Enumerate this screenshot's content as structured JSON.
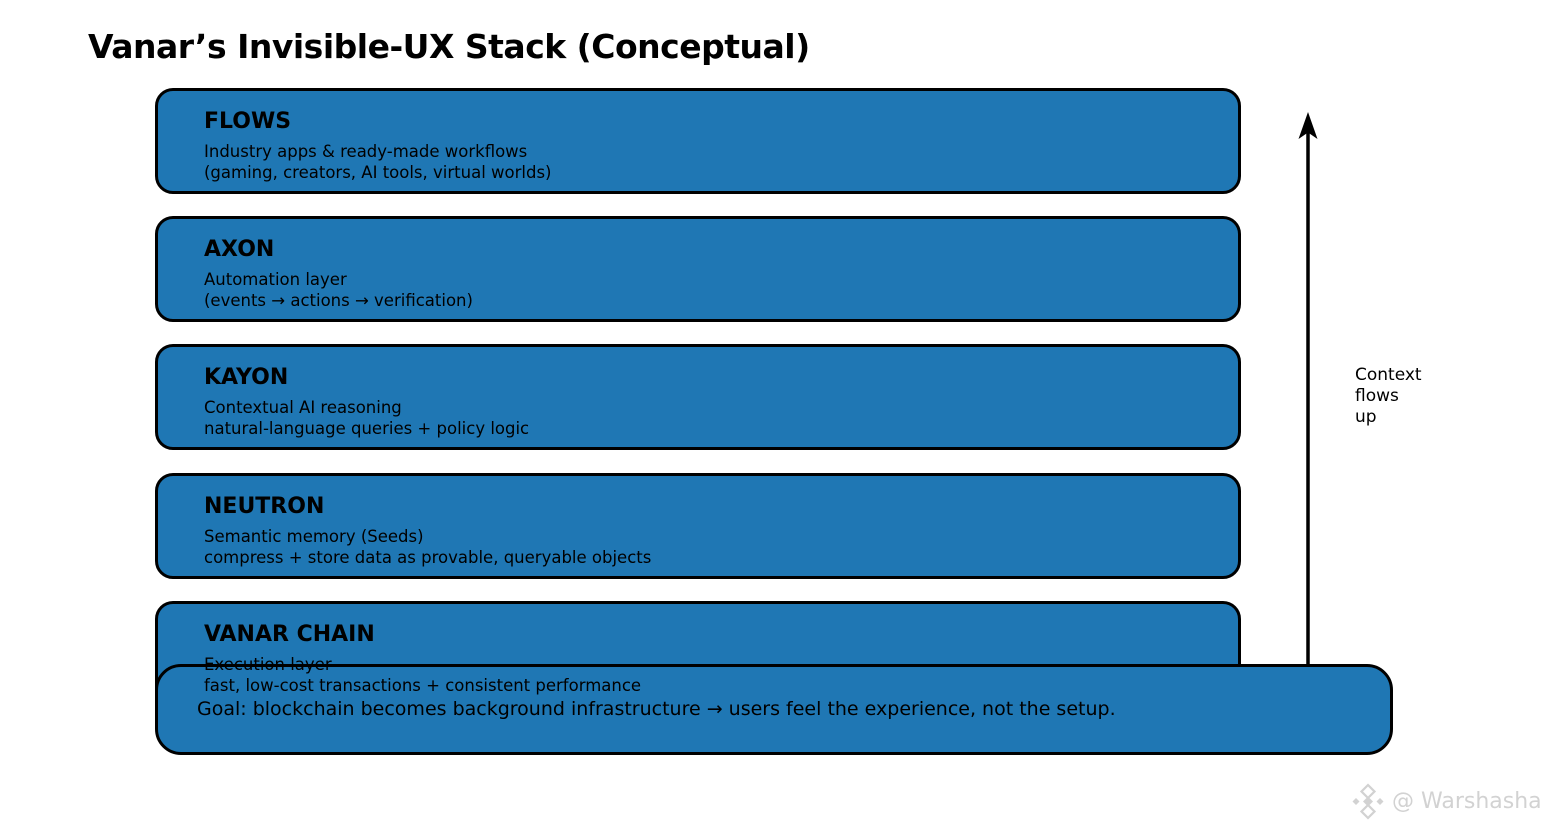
{
  "title": "Vanar’s Invisible-UX Stack (Conceptual)",
  "layers": [
    {
      "name": "FLOWS",
      "line1": "Industry apps & ready-made workflows",
      "line2": "(gaming, creators, AI tools, virtual worlds)"
    },
    {
      "name": "AXON",
      "line1": "Automation layer",
      "line2": "(events → actions → verification)"
    },
    {
      "name": "KAYON",
      "line1": "Contextual AI reasoning",
      "line2": "natural-language queries + policy logic"
    },
    {
      "name": "NEUTRON",
      "line1": "Semantic memory (Seeds)",
      "line2": "compress + store data as provable, queryable objects"
    },
    {
      "name": "VANAR CHAIN",
      "line1": "Execution layer",
      "line2": "fast, low-cost transactions + consistent performance"
    }
  ],
  "goal": {
    "text": "Goal: blockchain becomes background infrastructure → users feel the experience, not the setup."
  },
  "arrow_label": {
    "lines": [
      "Context",
      "flows",
      "up"
    ]
  },
  "watermark": {
    "handle": "@ Warshasha",
    "logo": "diamond-logo"
  },
  "colors": {
    "box_fill": "#1f77b4",
    "box_border": "#000000",
    "background": "#ffffff",
    "watermark": "#d2d2d2"
  }
}
